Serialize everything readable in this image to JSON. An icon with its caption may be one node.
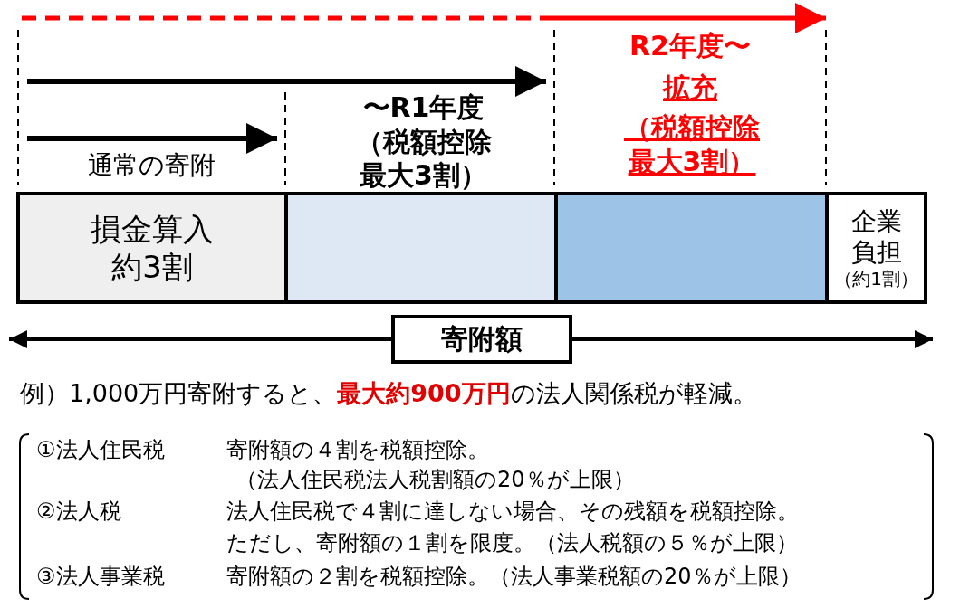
{
  "diagram": {
    "nodes": [
      {
        "text": [
          "損金算入約3割"
        ]
      },
      {
        "text": [],
        "shape": "box"
      },
      {
        "text": [],
        "shape": "box"
      },
      {
        "text": [
          "企業負担",
          "（約1割）"
        ]
      },
      {
        "text": [
          "寄附額"
        ]
      }
    ],
    "labels": [
      "通常の寄附",
      "〜R1年度（税額控除最大3割）",
      "R2年度〜",
      "拡充",
      "（税額控除最大3割）",
      "例）1,000万円寄附すると、**最大約900万円**の法人関係税が軽減。",
      "①法人住民税",
      "寄附額の４割を税額控除。",
      "（法人住民税法人税割額の20％が上限）",
      "②法人税",
      "法人住民税で４割に達しない場合、その残額を税額控除。",
      "ただし、寄附額の１割を限度。（法人税額の５％が上限）",
      "③法人事業税",
      "寄附額の２割を税額控除。（法人事業税額の20％が上限）"
    ]
  }
}
